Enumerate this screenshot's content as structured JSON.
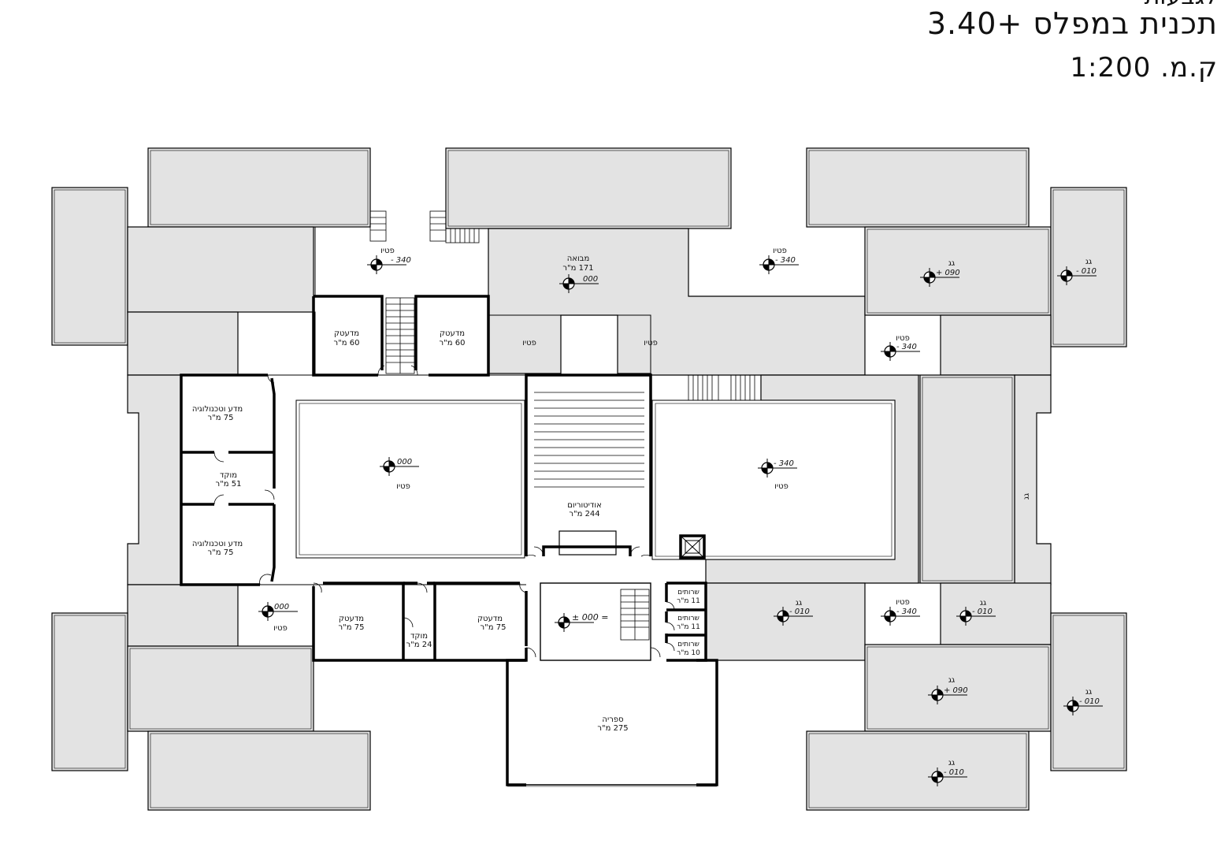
{
  "title": {
    "top_partial": "לגבעות",
    "main": "תכנית במפלס +3.40",
    "scale": "ק.מ. 1:200"
  },
  "colors": {
    "roof_fill": "#e3e3e3",
    "wall": "#000000",
    "background": "#ffffff"
  },
  "rooms": [
    {
      "id": "entrance",
      "name": "מבואה",
      "area": "171 מ\"ר"
    },
    {
      "id": "lab-n1",
      "name": "מדעטק",
      "area": "60 מ\"ר"
    },
    {
      "id": "lab-n2",
      "name": "מדעטק",
      "area": "60 מ\"ר"
    },
    {
      "id": "sci-tech-1",
      "name": "מדע וטכנולוגיה",
      "area": "75 מ\"ר"
    },
    {
      "id": "storage-w",
      "name": "מוקד",
      "area": "51 מ\"ר"
    },
    {
      "id": "sci-tech-2",
      "name": "מדע וטכנולוגיה",
      "area": "75 מ\"ר"
    },
    {
      "id": "auditorium",
      "name": "אודיטוריום",
      "area": "244 מ\"ר"
    },
    {
      "id": "lab-s1",
      "name": "מדעטק",
      "area": "75 מ\"ר"
    },
    {
      "id": "storage-s",
      "name": "מוקד",
      "area": "24 מ\"ר"
    },
    {
      "id": "lab-s2",
      "name": "מדעטק",
      "area": "75 מ\"ר"
    },
    {
      "id": "library",
      "name": "ספריה",
      "area": "275 מ\"ר"
    },
    {
      "id": "wc1",
      "name": "שרותים",
      "area": "11 מ\"ר"
    },
    {
      "id": "wc2",
      "name": "שרותים",
      "area": "11 מ\"ר"
    },
    {
      "id": "wc3",
      "name": "שרותים",
      "area": "10 מ\"ר"
    }
  ],
  "patio_label": "פטיו",
  "roof_label": "גג",
  "levels": [
    {
      "id": "patio-nw",
      "value": "- 340",
      "label": "פטיו"
    },
    {
      "id": "entrance",
      "value": "000",
      "label": ""
    },
    {
      "id": "patio-ne",
      "value": "- 340",
      "label": "פטיו"
    },
    {
      "id": "roof-ne1",
      "value": "+ 090",
      "label": "גג"
    },
    {
      "id": "roof-ne2",
      "value": "- 010",
      "label": "גג"
    },
    {
      "id": "patio-e-small",
      "value": "- 340",
      "label": "פטיו"
    },
    {
      "id": "courtyard-w",
      "value": "000",
      "label": "פטיו"
    },
    {
      "id": "courtyard-e",
      "value": "- 340",
      "label": "פטיו"
    },
    {
      "id": "patio-sw",
      "value": "000",
      "label": "פטיו"
    },
    {
      "id": "lobby-s",
      "value": "± 000 =",
      "label": ""
    },
    {
      "id": "roof-s1",
      "value": "- 010",
      "label": "גג"
    },
    {
      "id": "patio-se",
      "value": "- 340",
      "label": "פטיו"
    },
    {
      "id": "roof-se1",
      "value": "- 010",
      "label": "גג"
    },
    {
      "id": "roof-se2",
      "value": "+ 090",
      "label": "גג"
    },
    {
      "id": "roof-se3",
      "value": "- 010",
      "label": "גג"
    },
    {
      "id": "roof-se4",
      "value": "- 010",
      "label": "גג"
    }
  ]
}
